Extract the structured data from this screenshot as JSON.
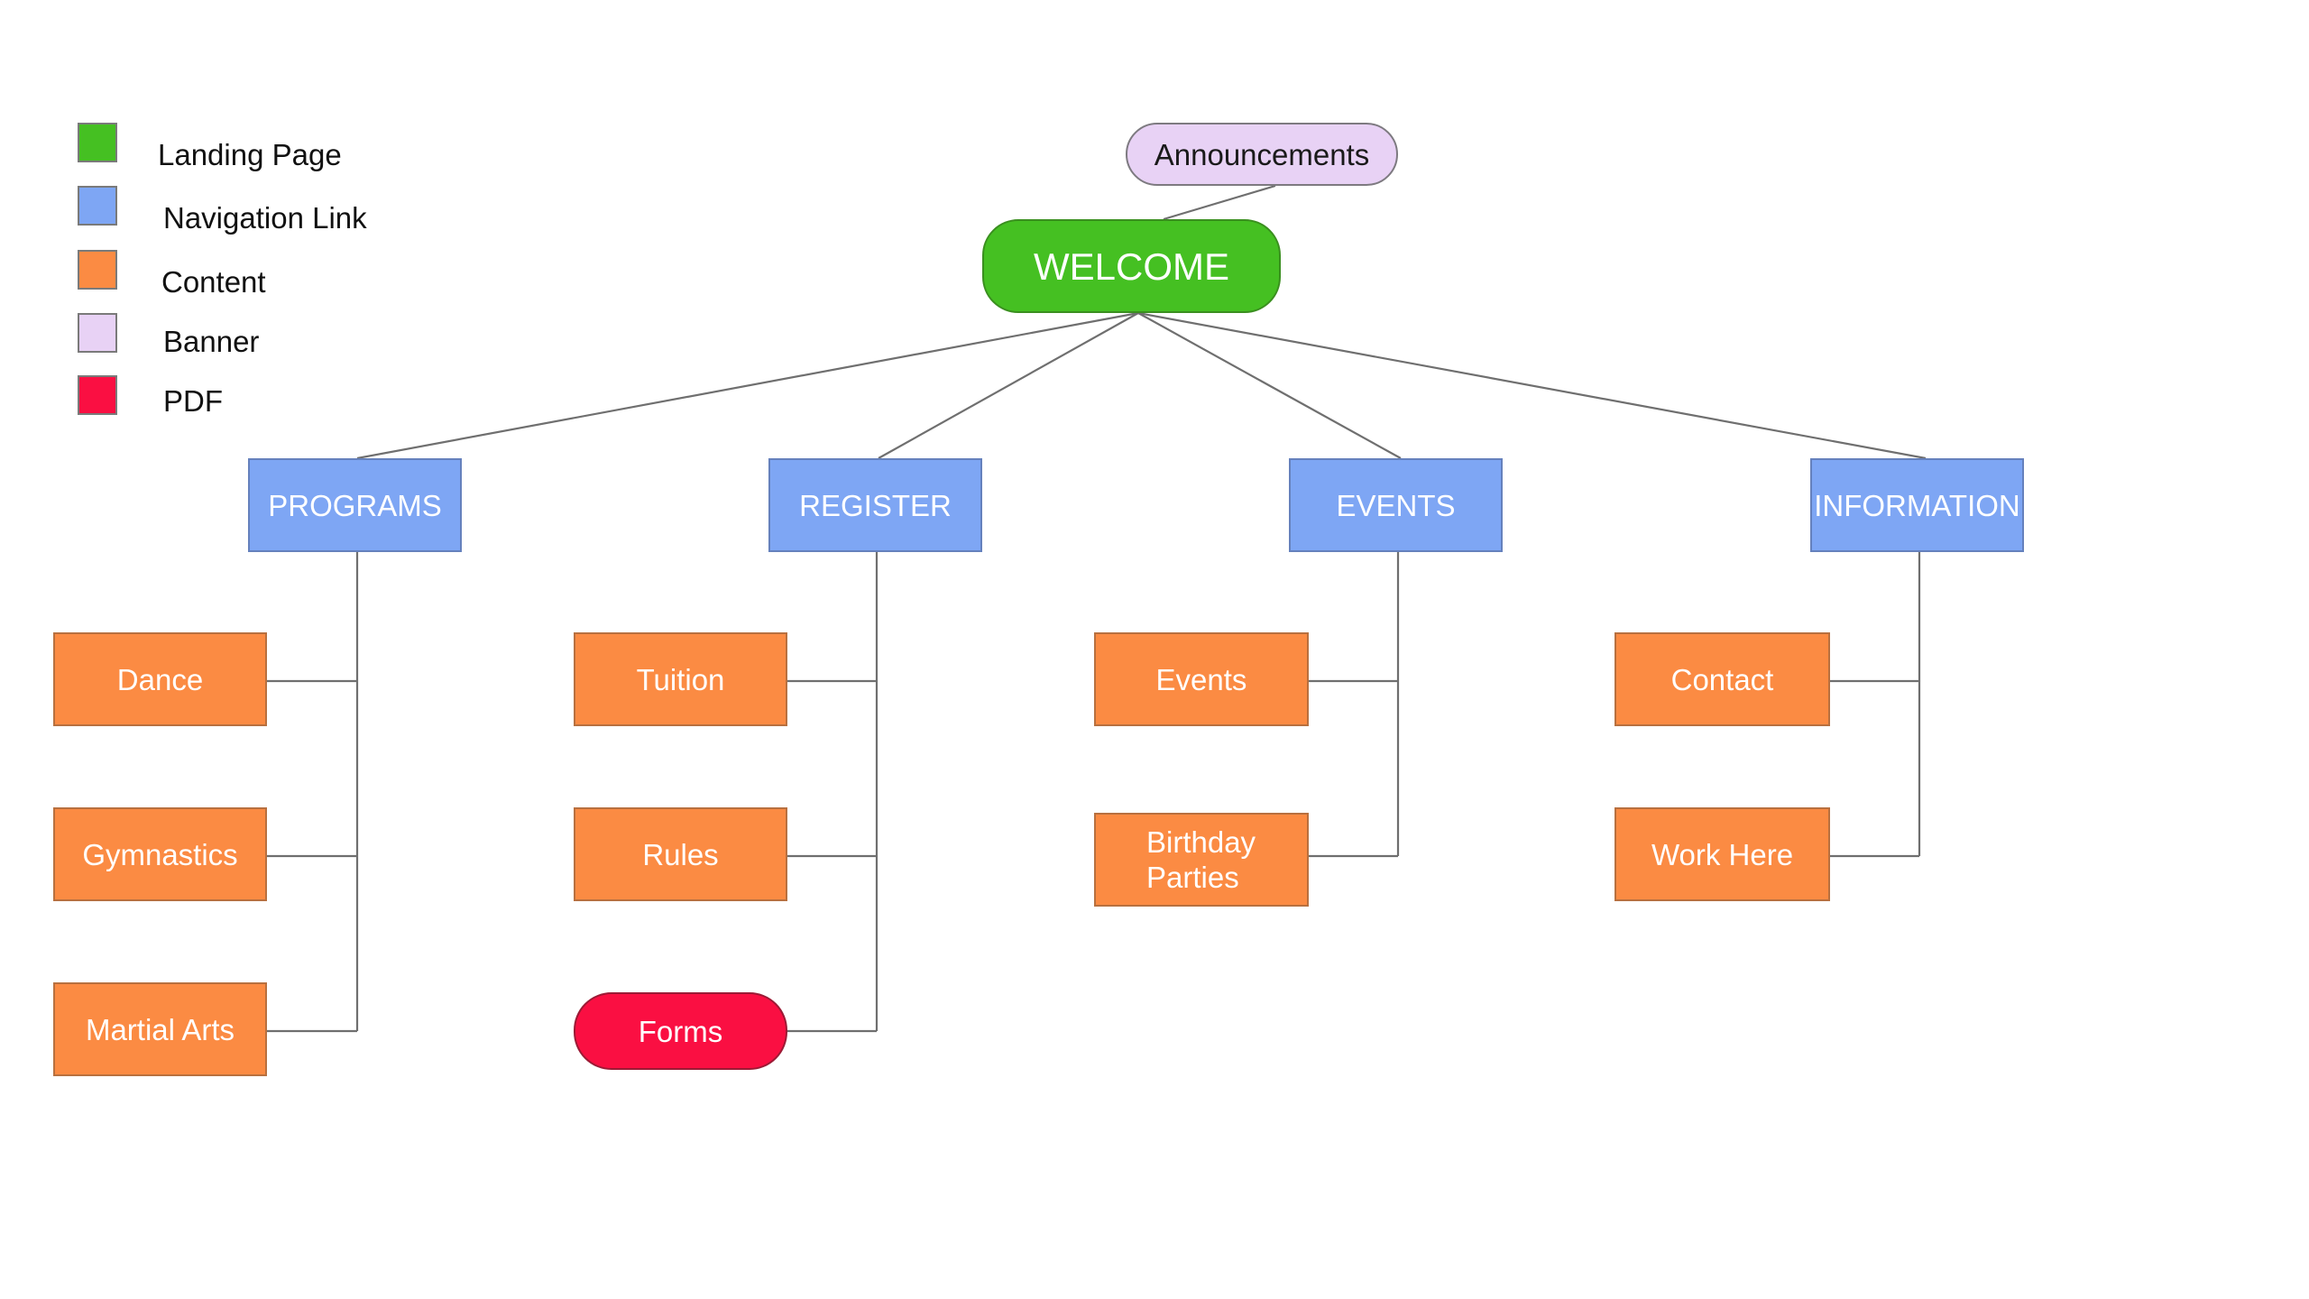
{
  "legend": [
    {
      "label": "Landing Page",
      "color": "#45c022"
    },
    {
      "label": "Navigation Link",
      "color": "#7ea6f4"
    },
    {
      "label": "Content",
      "color": "#fb8b43"
    },
    {
      "label": "Banner",
      "color": "#e8d2f5"
    },
    {
      "label": "PDF",
      "color": "#fa0f42"
    }
  ],
  "nodes": {
    "announcements": {
      "label": "Announcements",
      "type": "Banner"
    },
    "welcome": {
      "label": "WELCOME",
      "type": "Landing Page"
    },
    "programs": {
      "label": "PROGRAMS",
      "type": "Navigation Link"
    },
    "register": {
      "label": "REGISTER",
      "type": "Navigation Link"
    },
    "events_nav": {
      "label": "EVENTS",
      "type": "Navigation Link"
    },
    "information": {
      "label": "INFORMATION",
      "type": "Navigation Link"
    },
    "dance": {
      "label": "Dance",
      "type": "Content"
    },
    "gymnastics": {
      "label": "Gymnastics",
      "type": "Content"
    },
    "martial_arts": {
      "label": "Martial Arts",
      "type": "Content"
    },
    "tuition": {
      "label": "Tuition",
      "type": "Content"
    },
    "rules": {
      "label": "Rules",
      "type": "Content"
    },
    "forms": {
      "label": "Forms",
      "type": "PDF"
    },
    "events": {
      "label": "Events",
      "type": "Content"
    },
    "birthday_parties": {
      "label": "Birthday Parties",
      "type": "Content"
    },
    "contact": {
      "label": "Contact",
      "type": "Content"
    },
    "work_here": {
      "label": "Work Here",
      "type": "Content"
    }
  },
  "edges": [
    [
      "announcements",
      "welcome"
    ],
    [
      "welcome",
      "programs"
    ],
    [
      "welcome",
      "register"
    ],
    [
      "welcome",
      "events_nav"
    ],
    [
      "welcome",
      "information"
    ],
    [
      "programs",
      "dance"
    ],
    [
      "programs",
      "gymnastics"
    ],
    [
      "programs",
      "martial_arts"
    ],
    [
      "register",
      "tuition"
    ],
    [
      "register",
      "rules"
    ],
    [
      "register",
      "forms"
    ],
    [
      "events_nav",
      "events"
    ],
    [
      "events_nav",
      "birthday_parties"
    ],
    [
      "information",
      "contact"
    ],
    [
      "information",
      "work_here"
    ]
  ]
}
